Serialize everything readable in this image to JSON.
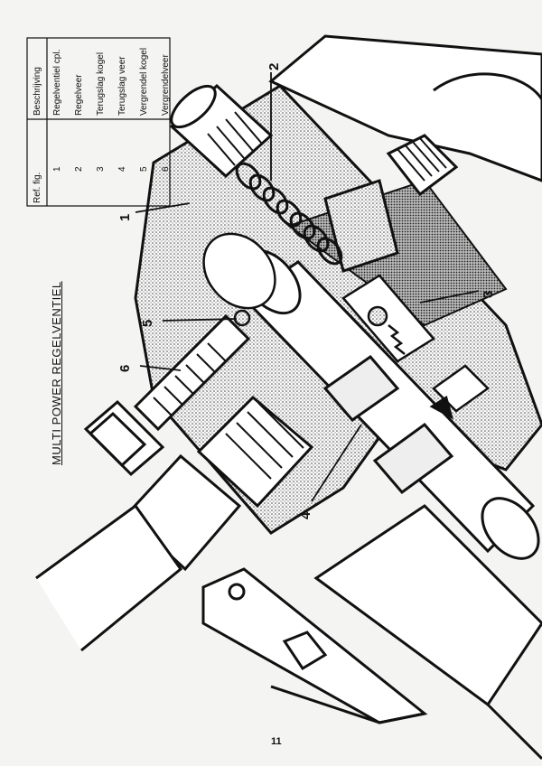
{
  "title": "MULTI POWER REGELVENTIEL",
  "table": {
    "headers": [
      "Beschrijving",
      "Ref. fig."
    ],
    "rows": [
      {
        "desc": "Regelventiel cpl.",
        "ref": "1"
      },
      {
        "desc": "Regelveer",
        "ref": "2"
      },
      {
        "desc": "Terugslag kogel",
        "ref": "3"
      },
      {
        "desc": "Terugslag veer",
        "ref": "4"
      },
      {
        "desc": "Vergrendel kogel",
        "ref": "5"
      },
      {
        "desc": "Vergrendelveer",
        "ref": "6"
      }
    ]
  },
  "callouts": [
    "1",
    "2",
    "3",
    "4",
    "5",
    "6"
  ],
  "page_number": "11"
}
